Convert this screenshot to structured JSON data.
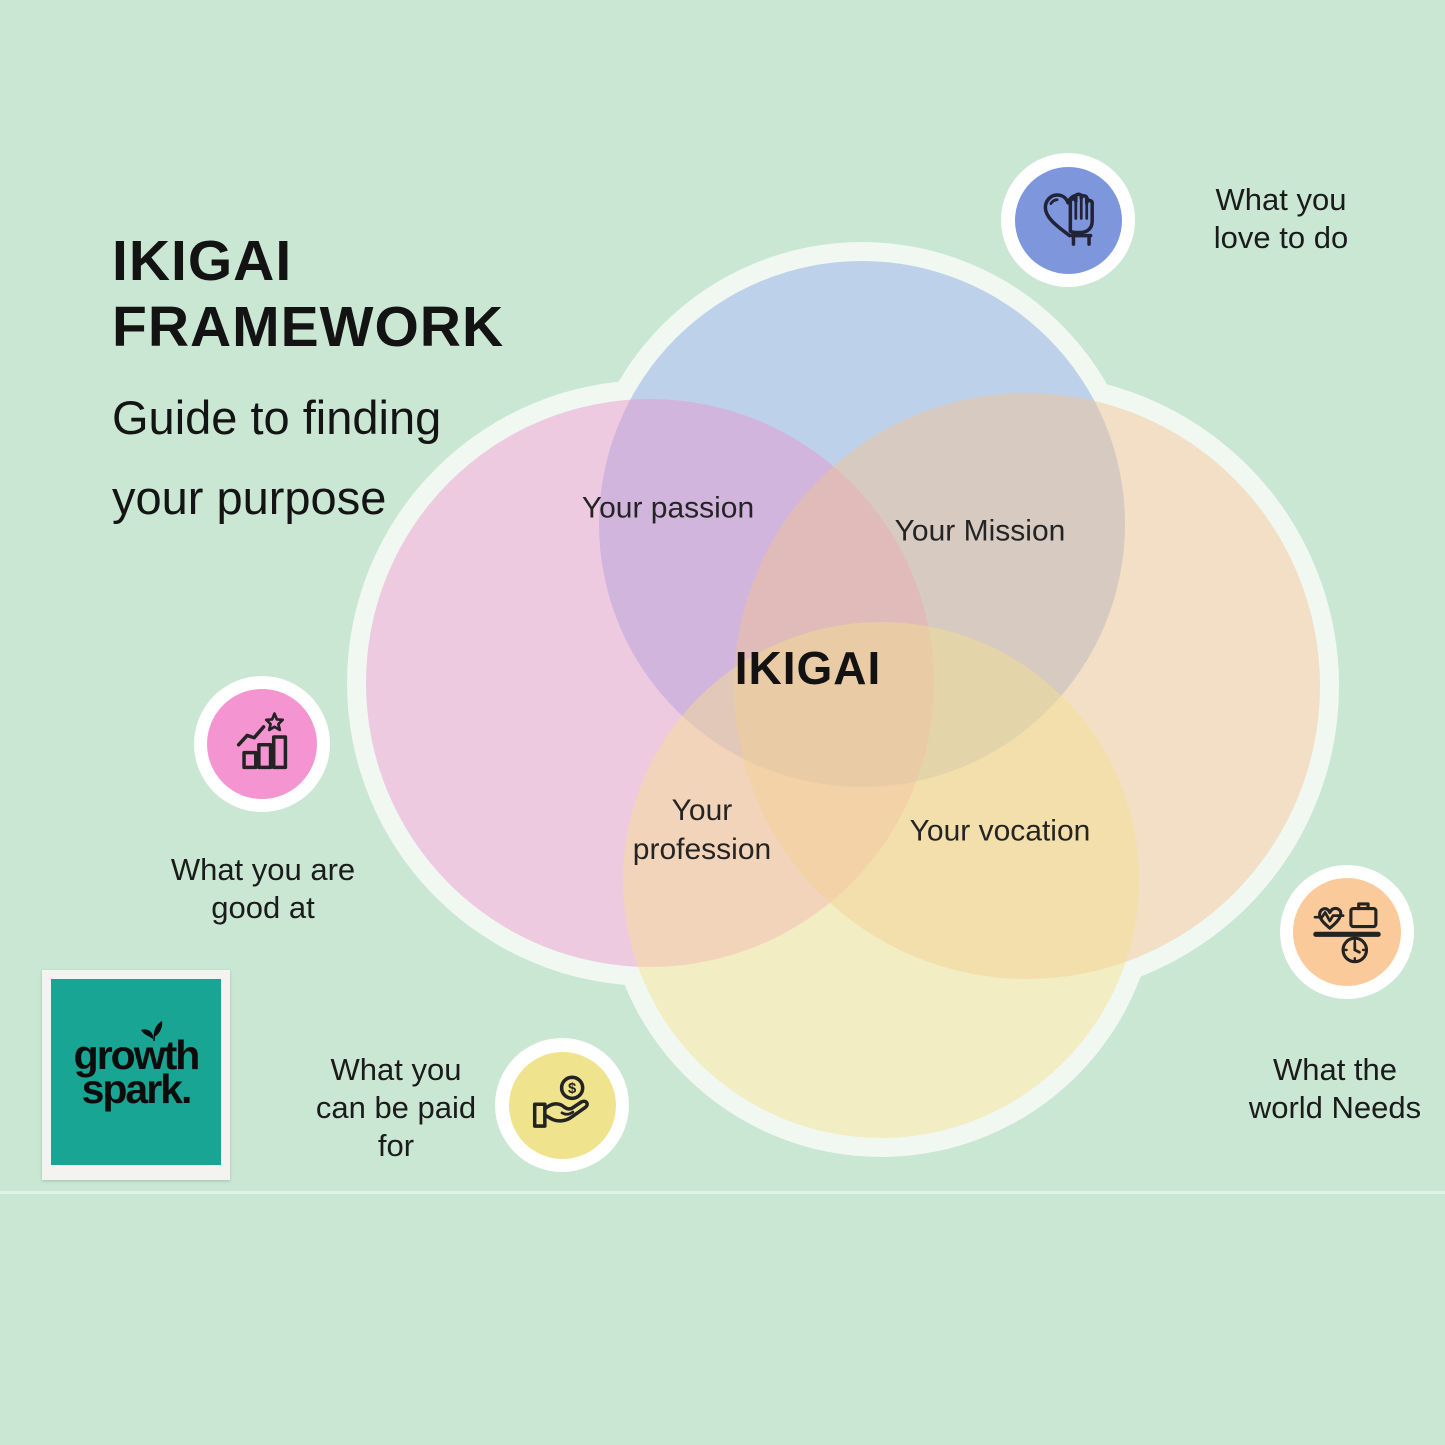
{
  "colors": {
    "background": "#c9e7d3",
    "venn_ring_white": "#f0f8f1",
    "circle_blue": "#7ea4e2",
    "circle_pink": "#eb92ce",
    "circle_peach": "#f4c190",
    "circle_yellow": "#f4e08b",
    "badge_blue": "#7d96dc",
    "badge_pink": "#f495d2",
    "badge_yellow": "#f0e38e",
    "badge_orange": "#faca9b",
    "logo_teal": "#19a593",
    "text": "#1c1c1c"
  },
  "header": {
    "title_line1": "IKIGAI",
    "title_line2": "FRAMEWORK",
    "subtitle_line1": "Guide to finding",
    "subtitle_line2": "your purpose"
  },
  "venn": {
    "center_label": "IKIGAI",
    "passion_label": "Your passion",
    "mission_label": "Your Mission",
    "profession_lines": [
      "Your",
      "profession"
    ],
    "vocation_label": "Your vocation"
  },
  "captions": {
    "love": {
      "icon": "heart-hand-icon",
      "lines": [
        "What you",
        "love to do"
      ]
    },
    "good": {
      "icon": "growth-chart-icon",
      "lines": [
        "What you are",
        "good at"
      ]
    },
    "paid": {
      "icon": "hand-coin-icon",
      "lines": [
        "What you",
        "can be paid",
        "for"
      ],
      "coin_symbol": "$"
    },
    "needs": {
      "icon": "work-life-balance-icon",
      "lines": [
        "What the",
        "world Needs"
      ]
    }
  },
  "logo": {
    "line1": "growth",
    "line2": "spark."
  }
}
